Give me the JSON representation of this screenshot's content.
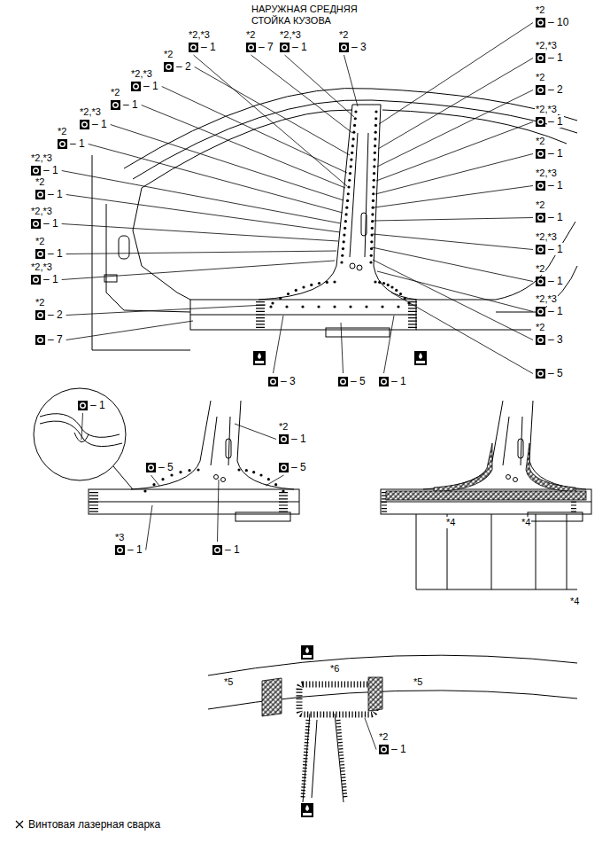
{
  "diagram": {
    "labels": [
      "НАРУЖНАЯ СРЕДНЯЯ СТОЙКА КУЗОВА",
      "*2,*3",
      "– 1",
      "*2",
      "– 7",
      "*2,*3",
      "– 1",
      "*2",
      "– 3",
      "*2",
      "– 2",
      "*2,*3",
      "– 1",
      "*2",
      "– 1",
      "*2,*3",
      "– 1",
      "*2",
      "– 1",
      "*2,*3",
      "– 1",
      "*2",
      "– 1",
      "*2,*3",
      "– 1",
      "*2",
      "– 1",
      "*2,*3",
      "– 1",
      "*2",
      "– 2",
      "– 7",
      "*2",
      "– 10",
      "*2,*3",
      "– 1",
      "*2",
      "– 2",
      "*2,*3",
      "– 1",
      "*2",
      "– 1",
      "*2,*3",
      "– 1",
      "*2",
      "– 1",
      "*2,*3",
      "– 1",
      "*2",
      "– 1",
      "*2,*3",
      "– 1",
      "*2",
      "– 3",
      "– 5",
      "– 3",
      "– 5",
      "– 1",
      "– 1",
      "*2",
      "– 1",
      "– 5",
      "– 5",
      "*3",
      "– 1",
      "– 1",
      "*4",
      "*4",
      "*4",
      "*5",
      "*6",
      "*5",
      "*2",
      "– 1"
    ],
    "legend": [
      {
        "text": "Винтовая лазерная сварка"
      }
    ]
  }
}
